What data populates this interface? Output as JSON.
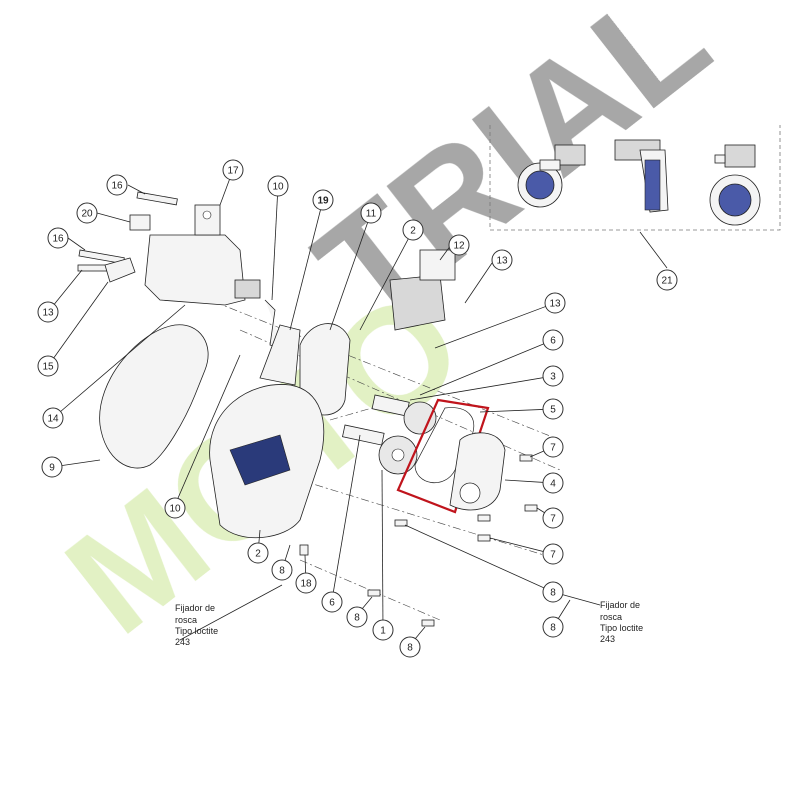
{
  "watermark": {
    "text": "MOTOTRIAL",
    "color_gray": "#8a8a8a",
    "color_green": "#d8ecb0"
  },
  "highlight_color": "#c0141c",
  "notes": {
    "left": [
      "Fijador de",
      "rosca",
      "Tipo loctite",
      "243"
    ],
    "right": [
      "Fijador de",
      "rosca",
      "Tipo loctite",
      "243"
    ]
  },
  "callouts": [
    {
      "id": "c17",
      "label": "17"
    },
    {
      "id": "c16a",
      "label": "16"
    },
    {
      "id": "c10a",
      "label": "10"
    },
    {
      "id": "c19",
      "label": "19"
    },
    {
      "id": "c20",
      "label": "20"
    },
    {
      "id": "c11",
      "label": "11"
    },
    {
      "id": "c16b",
      "label": "16"
    },
    {
      "id": "c2a",
      "label": "2"
    },
    {
      "id": "c12",
      "label": "12"
    },
    {
      "id": "c13a",
      "label": "13"
    },
    {
      "id": "c13b",
      "label": "13"
    },
    {
      "id": "c13c",
      "label": "13"
    },
    {
      "id": "c15",
      "label": "15"
    },
    {
      "id": "c6a",
      "label": "6"
    },
    {
      "id": "c3",
      "label": "3"
    },
    {
      "id": "c14",
      "label": "14"
    },
    {
      "id": "c5",
      "label": "5"
    },
    {
      "id": "c9",
      "label": "9"
    },
    {
      "id": "c7a",
      "label": "7"
    },
    {
      "id": "c4",
      "label": "4"
    },
    {
      "id": "c10b",
      "label": "10"
    },
    {
      "id": "c7b",
      "label": "7"
    },
    {
      "id": "c2b",
      "label": "2"
    },
    {
      "id": "c7c",
      "label": "7"
    },
    {
      "id": "c8a",
      "label": "8"
    },
    {
      "id": "c18",
      "label": "18"
    },
    {
      "id": "c8b",
      "label": "8"
    },
    {
      "id": "c6b",
      "label": "6"
    },
    {
      "id": "c8c",
      "label": "8"
    },
    {
      "id": "c1",
      "label": "1"
    },
    {
      "id": "c8d",
      "label": "8"
    },
    {
      "id": "c8e",
      "label": "8"
    },
    {
      "id": "c21",
      "label": "21"
    }
  ]
}
